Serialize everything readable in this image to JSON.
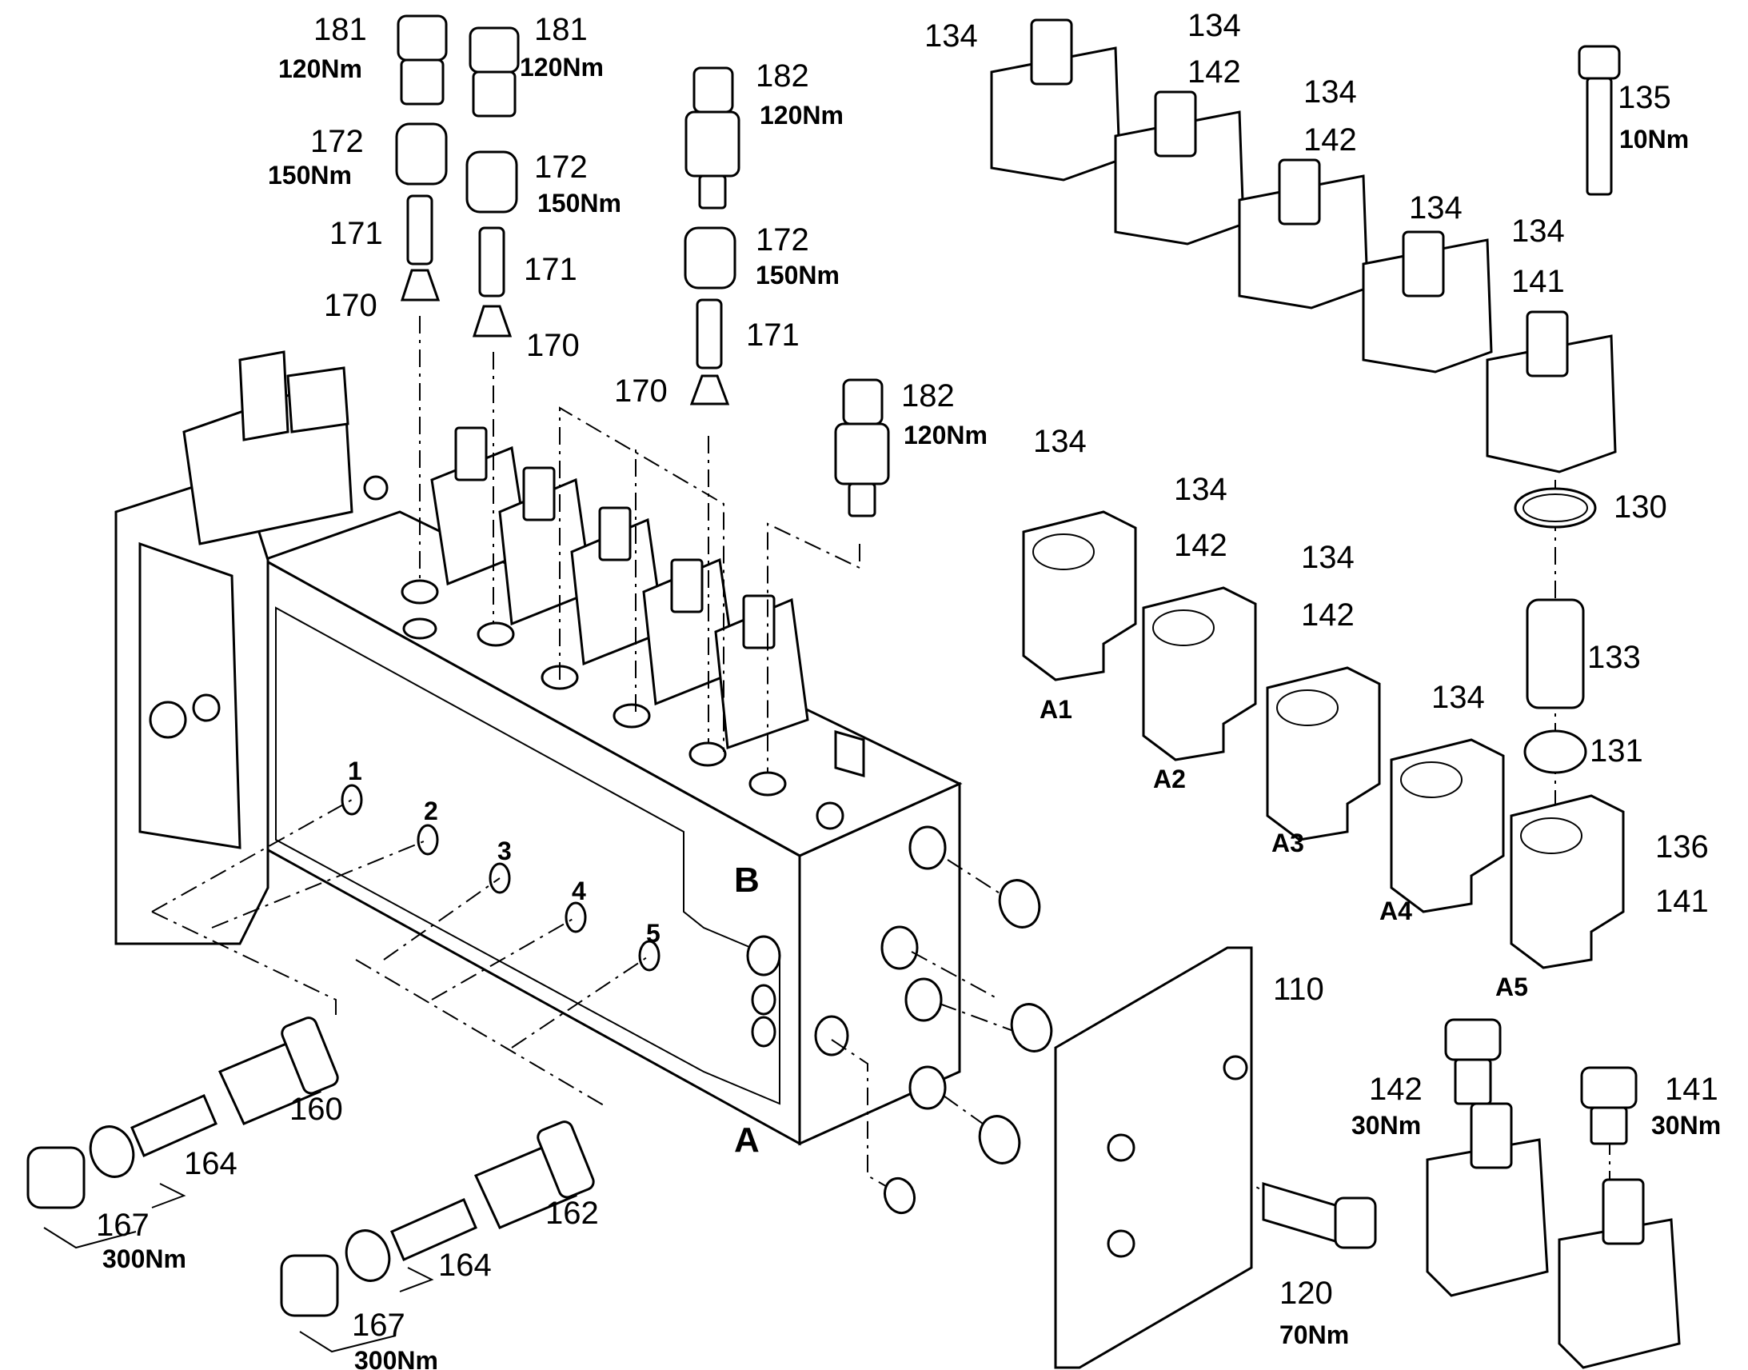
{
  "part_numbers": {
    "p181a": "181",
    "p181b": "181",
    "p182a": "182",
    "p182b": "182",
    "p172a": "172",
    "p172b": "172",
    "p172c": "172",
    "p171a": "171",
    "p171b": "171",
    "p171c": "171",
    "p170a": "170",
    "p170b": "170",
    "p170c": "170",
    "p134a": "134",
    "p134b": "134",
    "p134c": "134",
    "p134d": "134",
    "p134e": "134",
    "p134f": "134",
    "p134g": "134",
    "p134h": "134",
    "p134i": "134",
    "p142a": "142",
    "p142b": "142",
    "p142c": "142",
    "p142d": "142",
    "p142e": "142",
    "p141a": "141",
    "p141b": "141",
    "p141c": "141",
    "p135": "135",
    "p130": "130",
    "p133": "133",
    "p131": "131",
    "p136": "136",
    "p110": "110",
    "p120": "120",
    "p160": "160",
    "p162": "162",
    "p164a": "164",
    "p164b": "164",
    "p167a": "167",
    "p167b": "167"
  },
  "torques": {
    "t181a": "120Nm",
    "t181b": "120Nm",
    "t182a": "120Nm",
    "t182b": "120Nm",
    "t172a": "150Nm",
    "t172b": "150Nm",
    "t172c": "150Nm",
    "t135": "10Nm",
    "t142": "30Nm",
    "t141": "30Nm",
    "t120": "70Nm",
    "t167a": "300Nm",
    "t167b": "300Nm"
  },
  "ports": {
    "a1": "A1",
    "a2": "A2",
    "a3": "A3",
    "a4": "A4",
    "a5": "A5"
  },
  "spool_numbers": [
    "1",
    "2",
    "3",
    "4",
    "5"
  ],
  "block_sides": {
    "b": "B",
    "a": "A"
  }
}
